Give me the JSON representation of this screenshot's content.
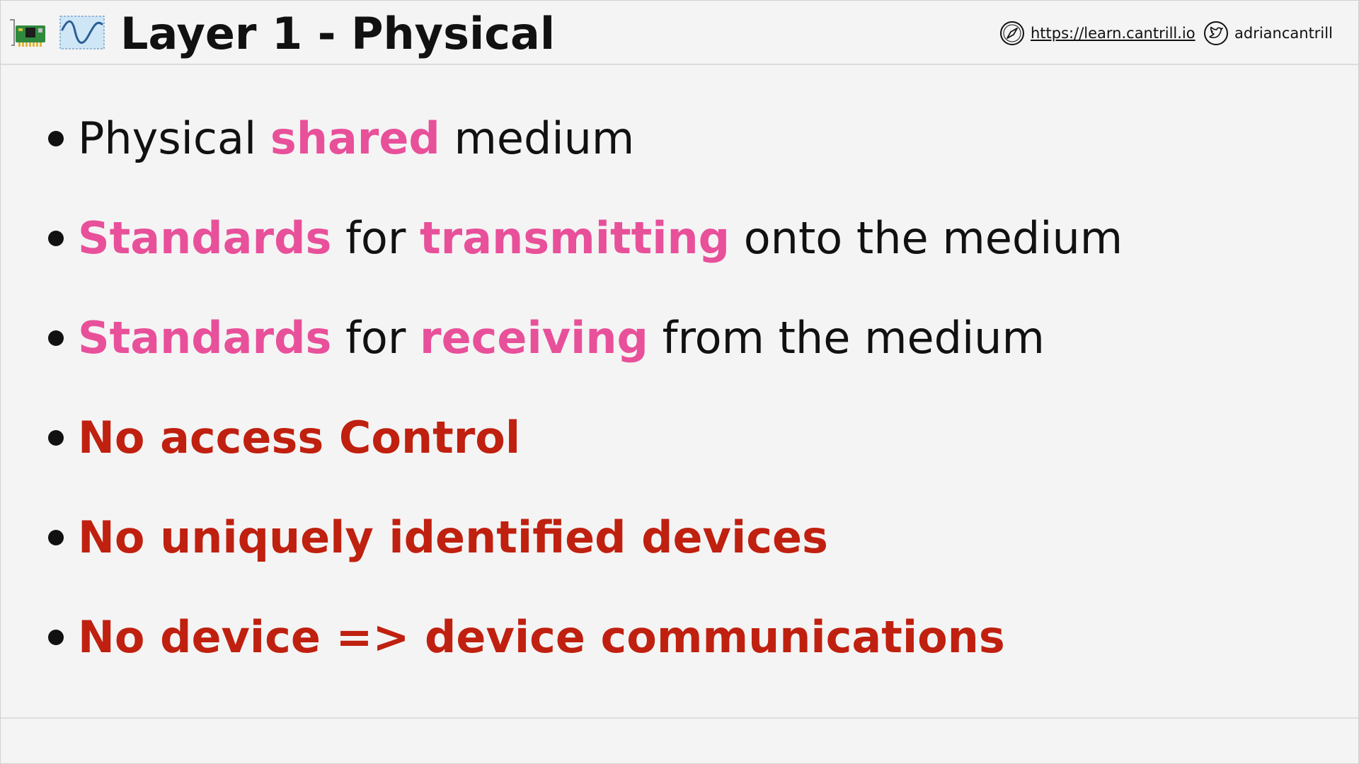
{
  "header": {
    "title": "Layer 1 - Physical",
    "nic_icon": "network-card-icon",
    "wave_icon": "signal-wave-icon",
    "site_icon": "compass-icon",
    "site_link": "https://learn.cantrill.io",
    "twitter_icon": "twitter-bird-icon",
    "twitter_handle": "adriancantrill"
  },
  "colors": {
    "highlight_pink": "#e8509a",
    "warning_red": "#c0200f",
    "text": "#111111",
    "background": "#f4f4f4"
  },
  "bullets": [
    {
      "p1": "Physical ",
      "p2": "shared",
      "p3": " medium"
    },
    {
      "p1": "Standards",
      "p2": " for ",
      "p3": "transmitting",
      "p4": " onto the medium"
    },
    {
      "p1": "Standards",
      "p2": " for ",
      "p3": "receiving",
      "p4": " from the medium"
    },
    {
      "text": "No access Control"
    },
    {
      "text": "No uniquely identified devices"
    },
    {
      "text": "No device => device communications"
    }
  ]
}
